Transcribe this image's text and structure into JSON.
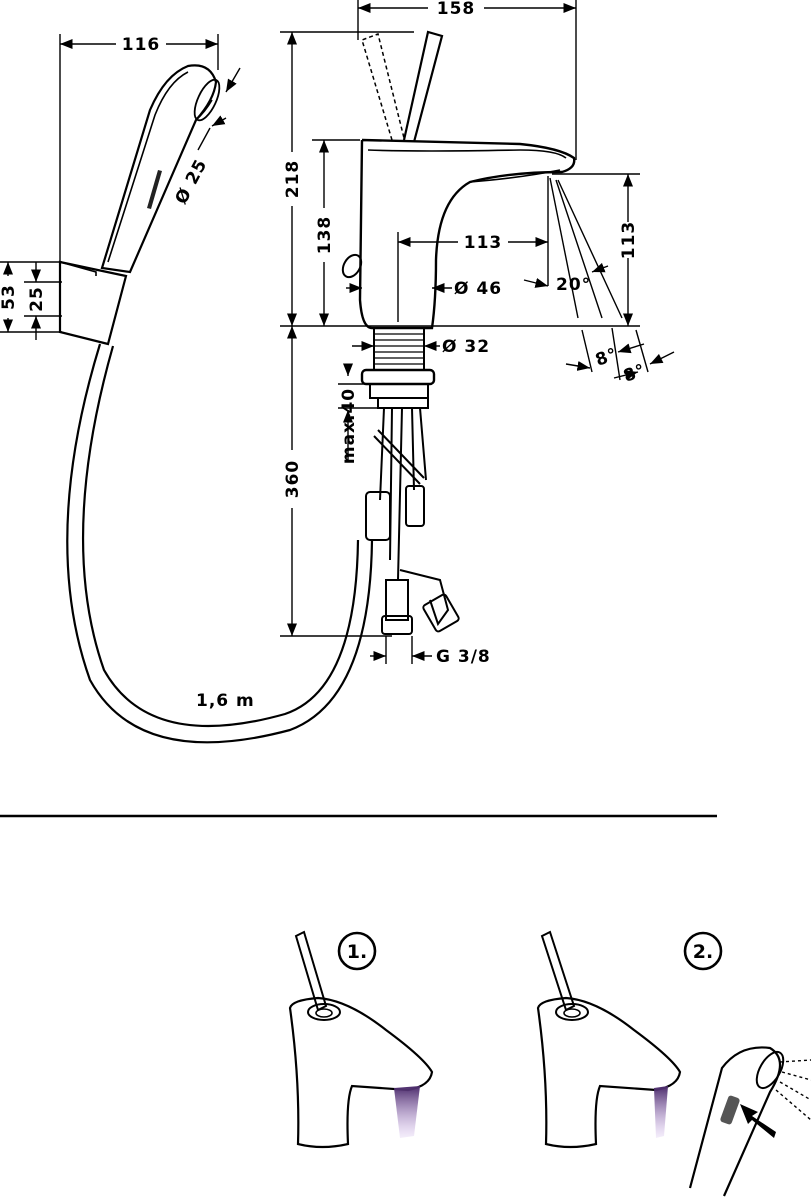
{
  "dimensions": {
    "d116": "116",
    "d158": "158",
    "d25dia": "Ø 25",
    "d218": "218",
    "d138": "138",
    "d113h": "113",
    "d113v": "113",
    "d46": "Ø 46",
    "d20deg": "20°",
    "d8deg_a": "8°",
    "d8deg_b": "8°",
    "d53": "53",
    "d25": "25",
    "d32": "Ø 32",
    "dmax40": "max.40",
    "d360": "360",
    "dG38": "G 3/8",
    "hose_length": "1,6 m"
  },
  "steps": {
    "one": "1.",
    "two": "2."
  },
  "colors": {
    "line": "#000000",
    "water": "#9b6fc2",
    "handle_grip": "#555555"
  }
}
